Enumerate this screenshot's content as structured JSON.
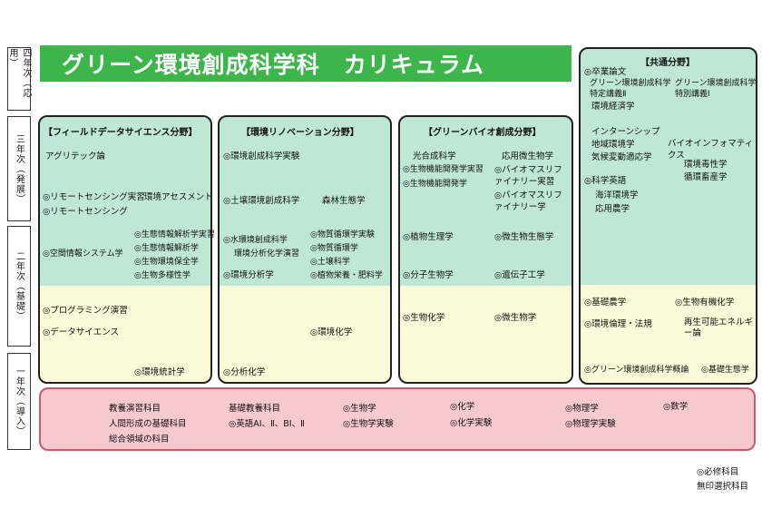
{
  "title": "グリーン環境創成科学科　カリキュラム",
  "years": {
    "y4": "四年次（応用）",
    "y3": "三年次（発展）",
    "y2": "二年次（基礎）",
    "y1": "一年次（導入）"
  },
  "fields": {
    "field1": {
      "header": "【フィールドデータサイエンス分野】",
      "items": [
        "アグリテック論",
        "◎リモートセンシング実習",
        "環境アセスメント",
        "◎リモートセンシング",
        "◎空間情報システム学",
        "◎生態情報解析学実習",
        "◎生態情報解析学",
        "◎生物環境保全学",
        "◎生物多様性学",
        "◎プログラミング演習",
        "◎データサイエンス",
        "◎環境統計学"
      ]
    },
    "field2": {
      "header": "【環境リノベーション分野】",
      "items": [
        "◎環境創成科学実験",
        "◎土壌環境創成科学",
        "森林生態学",
        "◎水環境創成科学",
        "環境分析化学演習",
        "◎物質循環学実験",
        "◎物質循環学",
        "◎土壌科学",
        "◎植物栄養・肥料学",
        "◎環境分析学",
        "◎環境化学",
        "◎分析化学"
      ]
    },
    "field3": {
      "header": "【グリーンバイオ創成分野】",
      "items": [
        "光合成科学",
        "応用微生物学",
        "◎生物機能開発学実習",
        "◎バイオマスリファイナリー実習",
        "◎生物機能開発学",
        "◎バイオマスリファイナリー学",
        "◎植物生理学",
        "◎微生物生態学",
        "◎分子生物学",
        "◎遺伝子工学",
        "◎生物化学",
        "◎微生物学"
      ]
    },
    "common": {
      "header": "【共通分野】",
      "items": [
        "◎卒業論文",
        "グリーン環境創成科学特定講義Ⅱ",
        "グリーン環境創成科学特別講義Ⅰ",
        "環境経済学",
        "インターンシップ",
        "地域環境学",
        "気候変動適応学",
        "バイオインフォマティクス",
        "環境毒性学",
        "循環畜産学",
        "◎科学英語",
        "海洋環境学",
        "応用農学",
        "◎基礎農学",
        "◎生物有機化学",
        "◎環境倫理・法規",
        "再生可能エネルギー論",
        "◎グリーン環境創成科学概論",
        "◎基礎生態学"
      ]
    }
  },
  "year1": {
    "items": [
      "教養演習科目",
      "人間形成の基礎科目",
      "総合領域の科目",
      "基礎教養科目",
      "◎英語AⅠ、Ⅱ、BⅠ、Ⅱ",
      "◎生物学",
      "◎生物学実験",
      "◎化学",
      "◎化学実験",
      "◎物理学",
      "◎物理学実験",
      "◎数学"
    ]
  },
  "legend": {
    "required": "◎必修科目",
    "elective": "無印選択科目"
  },
  "colors": {
    "title_bg": "#3cb54a",
    "upper_band": "#bfe7d6",
    "lower_band": "#fbf9d8",
    "year1_bg": "#f6c9cf",
    "year1_border": "#c85a6a"
  }
}
